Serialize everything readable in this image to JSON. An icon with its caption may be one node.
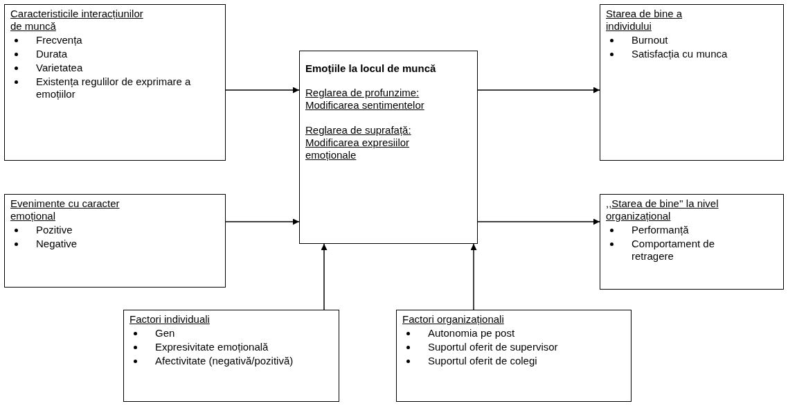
{
  "diagram": {
    "nodes": [
      {
        "text": [
          "Caracteristicile interacțiunilor de muncă",
          "Frecvența",
          "Durata",
          "Varietatea",
          "Existența regulilor de exprimare a emoțiilor"
        ]
      },
      {
        "text": [
          "Evenimente cu caracter emoțional",
          "Pozitive",
          "Negative"
        ]
      },
      {
        "text": [
          "Emoțiile la locul de muncă",
          "Reglarea de profunzime: Modificarea sentimentelor",
          "Reglarea de suprafață: Modificarea expresiilor emoționale"
        ]
      },
      {
        "text": [
          "Starea de bine a individului",
          "Burnout",
          "Satisfacția cu munca"
        ]
      },
      {
        "text": [
          ",,Starea de bine'' la nivel organizațional",
          "Performanță",
          "Comportament de retragere"
        ]
      },
      {
        "text": [
          "Factori individuali",
          "Gen",
          "Expresivitate emoțională",
          "Afectivitate (negativă/pozitivă)"
        ]
      },
      {
        "text": [
          "Factori organizaționali",
          "Autonomia pe post",
          "Suportul oferit de supervisor",
          "Suportul oferit de colegi"
        ]
      }
    ],
    "edges": [
      {
        "from": 0,
        "to": 2,
        "arrow": "to"
      },
      {
        "from": 1,
        "to": 2,
        "arrow": "to"
      },
      {
        "from": 2,
        "to": 3,
        "arrow": "to"
      },
      {
        "from": 2,
        "to": 4,
        "arrow": "to"
      },
      {
        "from": 5,
        "to": 2,
        "arrow": "to"
      },
      {
        "from": 6,
        "to": 2,
        "arrow": "to"
      }
    ]
  }
}
